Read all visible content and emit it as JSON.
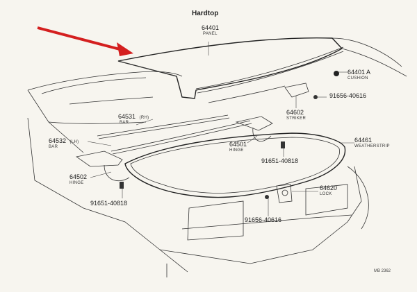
{
  "title": "Hardtop",
  "ref_code": "MB 2362",
  "arrow_color": "#d41f1f",
  "parts": {
    "panel": {
      "number": "64401",
      "name": "PANEL"
    },
    "cushion": {
      "number": "64401 A",
      "name": "CUSHION"
    },
    "bolt_striker": {
      "number": "91656-40616",
      "name": ""
    },
    "striker": {
      "number": "64602",
      "name": "STRIKER"
    },
    "bar_rh": {
      "number": "64531",
      "side": "(RH)",
      "name": "BAR"
    },
    "bar_lh": {
      "number": "64532",
      "side": "(LH)",
      "name": "BAR"
    },
    "hinge_r": {
      "number": "64501",
      "name": "HINGE"
    },
    "weatherstrip": {
      "number": "64461",
      "name": "WEATHERSTRIP"
    },
    "bolt_hinge_r": {
      "number": "91651-40818",
      "name": ""
    },
    "hinge_l": {
      "number": "64502",
      "name": "HINGE"
    },
    "lock": {
      "number": "64620",
      "name": "LOCK"
    },
    "bolt_hinge_l": {
      "number": "91651-40818",
      "name": ""
    },
    "bolt_lock": {
      "number": "91656-40616",
      "name": ""
    }
  }
}
